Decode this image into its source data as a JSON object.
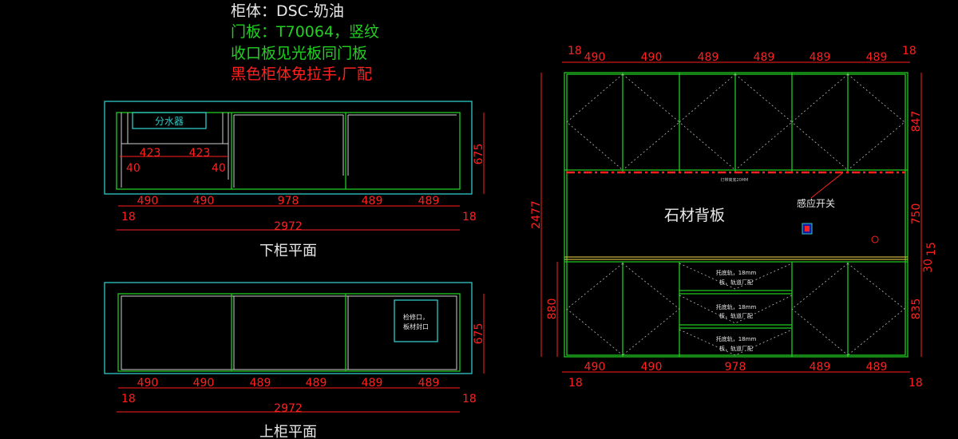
{
  "header_notes": {
    "cabinet": "柜体：DSC-奶油",
    "door": "门板：T70064，竖纹",
    "edge": "收口板见光板同门板",
    "handle": "黑色柜体免拉手,厂配"
  },
  "lower_plan": {
    "title": "下柜平面",
    "label_manifold": "分水器",
    "inner_dims": [
      "423",
      "423"
    ],
    "side_dims": [
      "40",
      "40"
    ],
    "dims": [
      "490",
      "490",
      "978",
      "489",
      "489"
    ],
    "edge_dims": [
      "18",
      "18"
    ],
    "total": "2972",
    "depth": "675"
  },
  "upper_plan": {
    "title": "上柜平面",
    "service_note_1": "检修口，",
    "service_note_2": "板材封口",
    "dims": [
      "490",
      "490",
      "489",
      "489",
      "489",
      "489"
    ],
    "edge_dims": [
      "18",
      "18"
    ],
    "total": "2972",
    "depth": "675"
  },
  "elevation": {
    "top_dims": [
      "490",
      "490",
      "489",
      "489",
      "489",
      "489"
    ],
    "top_edge_dims": [
      "18",
      "18"
    ],
    "bottom_dims": [
      "490",
      "490",
      "978",
      "489",
      "489"
    ],
    "bottom_edge_dims": [
      "18",
      "18"
    ],
    "total_height": "2477",
    "base_height": "880",
    "right_dims": [
      "847",
      "750",
      "15",
      "30",
      "835"
    ],
    "stone_label": "石材背板",
    "sensor_label": "感应开关",
    "light_note": "灯带离底20MM",
    "drawer_note_1": "托底轨，18mm",
    "drawer_note_2": "板，轨道厂配"
  }
}
